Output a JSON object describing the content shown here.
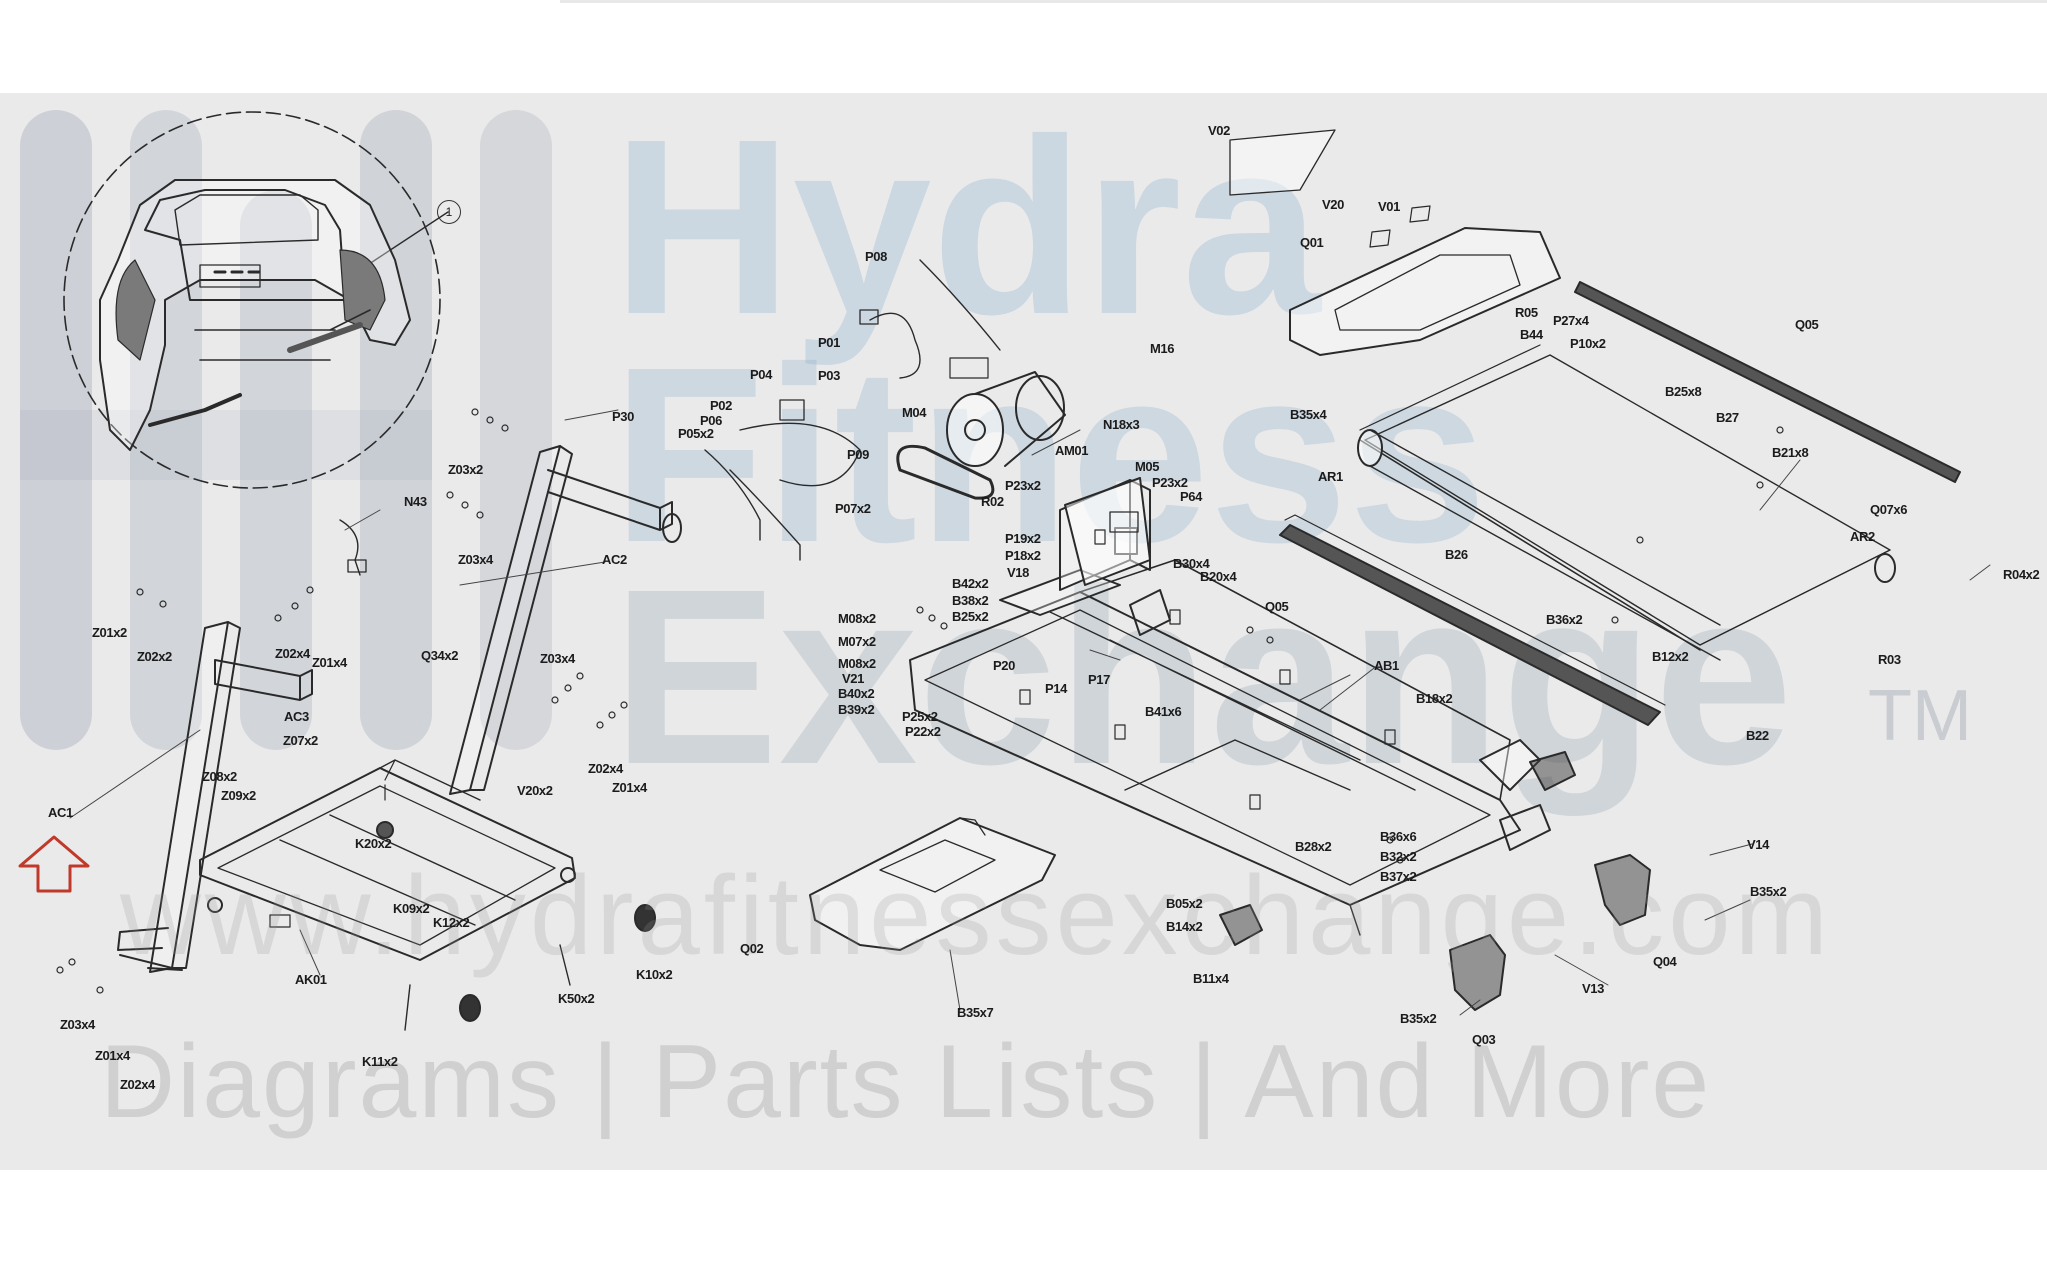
{
  "watermark": {
    "word1": "Hydra",
    "word2": "Fitness",
    "word3": "Exchange",
    "trademark": "TM",
    "url": "www.hydrafitnessexchange.com",
    "tagline": "Diagrams | Parts Lists | And More"
  },
  "detail_number": "1",
  "labels": [
    {
      "id": "v02",
      "text": "V02"
    },
    {
      "id": "v20",
      "text": "V20"
    },
    {
      "id": "v01",
      "text": "V01"
    },
    {
      "id": "q01",
      "text": "Q01"
    },
    {
      "id": "p08",
      "text": "P08"
    },
    {
      "id": "p01",
      "text": "P01"
    },
    {
      "id": "p03",
      "text": "P03"
    },
    {
      "id": "m16",
      "text": "M16"
    },
    {
      "id": "r05",
      "text": "R05"
    },
    {
      "id": "b44",
      "text": "B44"
    },
    {
      "id": "p27x4",
      "text": "P27x4"
    },
    {
      "id": "p10x2",
      "text": "P10x2"
    },
    {
      "id": "q05-top",
      "text": "Q05"
    },
    {
      "id": "p04",
      "text": "P04"
    },
    {
      "id": "p02",
      "text": "P02"
    },
    {
      "id": "p06",
      "text": "P06"
    },
    {
      "id": "p05x2",
      "text": "P05x2"
    },
    {
      "id": "m04",
      "text": "M04"
    },
    {
      "id": "am01",
      "text": "AM01"
    },
    {
      "id": "n18x3",
      "text": "N18x3"
    },
    {
      "id": "b35x4-top",
      "text": "B35x4"
    },
    {
      "id": "b25x8",
      "text": "B25x8"
    },
    {
      "id": "b27",
      "text": "B27"
    },
    {
      "id": "p30",
      "text": "P30"
    },
    {
      "id": "z03x2",
      "text": "Z03x2"
    },
    {
      "id": "p09",
      "text": "P09"
    },
    {
      "id": "p07x2",
      "text": "P07x2"
    },
    {
      "id": "r02",
      "text": "R02"
    },
    {
      "id": "m05",
      "text": "M05"
    },
    {
      "id": "p23x2-a",
      "text": "P23x2"
    },
    {
      "id": "p64",
      "text": "P64"
    },
    {
      "id": "ar1",
      "text": "AR1"
    },
    {
      "id": "b21x8",
      "text": "B21x8"
    },
    {
      "id": "q07x6",
      "text": "Q07x6"
    },
    {
      "id": "n43",
      "text": "N43"
    },
    {
      "id": "z03x4-top",
      "text": "Z03x4"
    },
    {
      "id": "ac2",
      "text": "AC2"
    },
    {
      "id": "p23x2-b",
      "text": "P23x2"
    },
    {
      "id": "p19x2",
      "text": "P19x2"
    },
    {
      "id": "p18x2",
      "text": "P18x2"
    },
    {
      "id": "v18",
      "text": "V18"
    },
    {
      "id": "b30x4",
      "text": "B30x4"
    },
    {
      "id": "b20x4",
      "text": "B20x4"
    },
    {
      "id": "b26",
      "text": "B26"
    },
    {
      "id": "ar2",
      "text": "AR2"
    },
    {
      "id": "r04x2",
      "text": "R04x2"
    },
    {
      "id": "b42x2",
      "text": "B42x2"
    },
    {
      "id": "b38x2",
      "text": "B38x2"
    },
    {
      "id": "b25x2",
      "text": "B25x2"
    },
    {
      "id": "q05-mid",
      "text": "Q05"
    },
    {
      "id": "b36x2",
      "text": "B36x2"
    },
    {
      "id": "z01x2",
      "text": "Z01x2"
    },
    {
      "id": "z02x2",
      "text": "Z02x2"
    },
    {
      "id": "z02x4-top",
      "text": "Z02x4"
    },
    {
      "id": "z01x4-top",
      "text": "Z01x4"
    },
    {
      "id": "q34x2",
      "text": "Q34x2"
    },
    {
      "id": "z03x4-mid",
      "text": "Z03x4"
    },
    {
      "id": "m08x2-a",
      "text": "M08x2"
    },
    {
      "id": "m07x2",
      "text": "M07x2"
    },
    {
      "id": "m08x2-b",
      "text": "M08x2"
    },
    {
      "id": "v21",
      "text": "V21"
    },
    {
      "id": "b40x2",
      "text": "B40x2"
    },
    {
      "id": "b39x2",
      "text": "B39x2"
    },
    {
      "id": "p20",
      "text": "P20"
    },
    {
      "id": "p14",
      "text": "P14"
    },
    {
      "id": "p17",
      "text": "P17"
    },
    {
      "id": "ab1",
      "text": "AB1"
    },
    {
      "id": "b12x2",
      "text": "B12x2"
    },
    {
      "id": "r03",
      "text": "R03"
    },
    {
      "id": "b18x2",
      "text": "B18x2"
    },
    {
      "id": "ac3",
      "text": "AC3"
    },
    {
      "id": "z07x2",
      "text": "Z07x2"
    },
    {
      "id": "p25x2",
      "text": "P25x2"
    },
    {
      "id": "p22x2",
      "text": "P22x2"
    },
    {
      "id": "b41x6",
      "text": "B41x6"
    },
    {
      "id": "z02x4-low",
      "text": "Z02x4"
    },
    {
      "id": "z01x4-low",
      "text": "Z01x4"
    },
    {
      "id": "z08x2",
      "text": "Z08x2"
    },
    {
      "id": "z09x2",
      "text": "Z09x2"
    },
    {
      "id": "v20x2",
      "text": "V20x2"
    },
    {
      "id": "b22",
      "text": "B22"
    },
    {
      "id": "ac1",
      "text": "AC1"
    },
    {
      "id": "k20x2",
      "text": "K20x2"
    },
    {
      "id": "v14",
      "text": "V14"
    },
    {
      "id": "b28x2",
      "text": "B28x2"
    },
    {
      "id": "b36x6",
      "text": "B36x6"
    },
    {
      "id": "b32x2",
      "text": "B32x2"
    },
    {
      "id": "b37x2",
      "text": "B37x2"
    },
    {
      "id": "b35x2-right",
      "text": "B35x2"
    },
    {
      "id": "k09x2",
      "text": "K09x2"
    },
    {
      "id": "k12x2",
      "text": "K12x2"
    },
    {
      "id": "b05x2",
      "text": "B05x2"
    },
    {
      "id": "b14x2",
      "text": "B14x2"
    },
    {
      "id": "q02",
      "text": "Q02"
    },
    {
      "id": "ak01",
      "text": "AK01"
    },
    {
      "id": "k10x2",
      "text": "K10x2"
    },
    {
      "id": "q04",
      "text": "Q04"
    },
    {
      "id": "b11x4",
      "text": "B11x4"
    },
    {
      "id": "k50x2",
      "text": "K50x2"
    },
    {
      "id": "v13",
      "text": "V13"
    },
    {
      "id": "z03x4-low",
      "text": "Z03x4"
    },
    {
      "id": "b35x7",
      "text": "B35x7"
    },
    {
      "id": "b35x2-low",
      "text": "B35x2"
    },
    {
      "id": "q03",
      "text": "Q03"
    },
    {
      "id": "z01x4-bottom",
      "text": "Z01x4"
    },
    {
      "id": "k11x2",
      "text": "K11x2"
    },
    {
      "id": "z02x4-bottom",
      "text": "Z02x4"
    }
  ]
}
